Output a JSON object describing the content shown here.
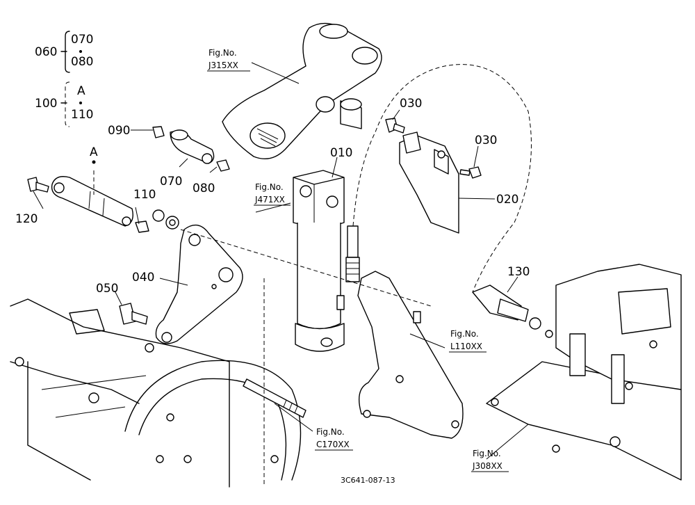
{
  "legend": {
    "group1_parent": "060",
    "group1_children": [
      "070",
      "080"
    ],
    "group2_parent": "100",
    "group2_children": [
      "A",
      "110"
    ]
  },
  "parts": {
    "p010": "010",
    "p020": "020",
    "p030a": "030",
    "p030b": "030",
    "p040": "040",
    "p050": "050",
    "p070": "070",
    "p080": "080",
    "p090": "090",
    "p110": "110",
    "p120": "120",
    "p130": "130",
    "pA": "A"
  },
  "figure_refs": {
    "j315": {
      "line1": "Fig.No.",
      "line2": "J315XX"
    },
    "j471": {
      "line1": "Fig.No.",
      "line2": "J471XX"
    },
    "l110": {
      "line1": "Fig.No.",
      "line2": "L110XX"
    },
    "c170": {
      "line1": "Fig.No.",
      "line2": "C170XX"
    },
    "j308": {
      "line1": "Fig.No.",
      "line2": "J308XX"
    }
  },
  "diagram_code": "3C641-087-13"
}
